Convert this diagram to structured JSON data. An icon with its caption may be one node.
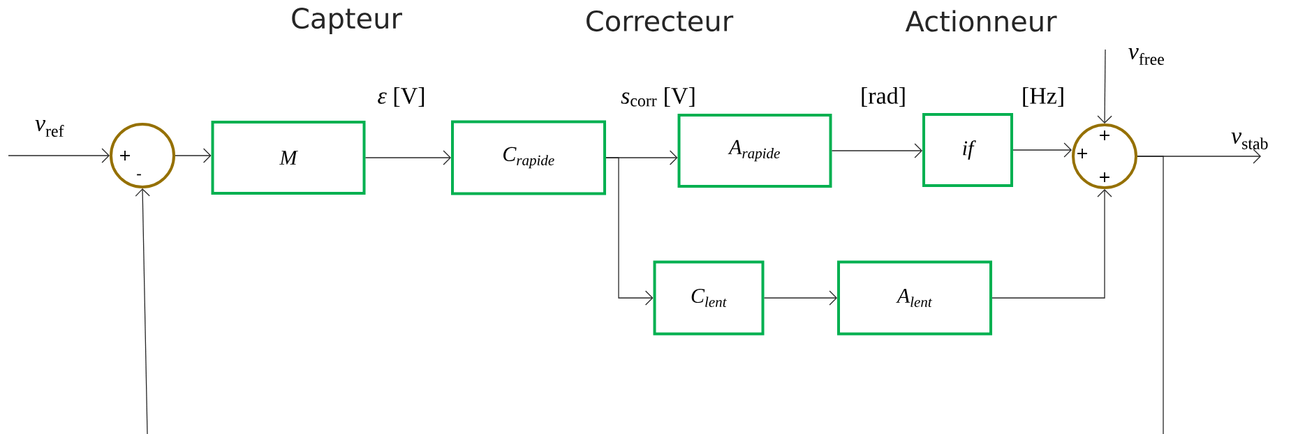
{
  "diagram": {
    "nodes": [
      {
        "text": [
          "+",
          "-"
        ]
      },
      {
        "text": [
          "M"
        ]
      },
      {
        "text": [
          "C$_{rapide}$"
        ]
      },
      {
        "text": [
          "A$_{rapide}$"
        ]
      },
      {
        "text": [
          "if"
        ]
      },
      {
        "text": [
          "+",
          "+",
          "+"
        ]
      },
      {
        "text": [
          "C$_{lent}$"
        ]
      },
      {
        "text": [
          "A$_{lent}$"
        ]
      }
    ],
    "edges": [
      {
        "from": null,
        "to": 0,
        "arrow": "to",
        "label": "*ν*$_{ref}$"
      },
      {
        "from": 0,
        "to": 1,
        "arrow": "to"
      },
      {
        "from": 1,
        "to": 2,
        "arrow": "to",
        "label": "*ε* [V]"
      },
      {
        "from": 2,
        "to": 3,
        "arrow": "to",
        "label": "*s*$_{corr}$ [V]"
      },
      {
        "from": 2,
        "to": 6,
        "arrow": "to"
      },
      {
        "from": 3,
        "to": 4,
        "arrow": "to",
        "label": "[rad]"
      },
      {
        "from": 4,
        "to": 5,
        "arrow": "to",
        "label": "[Hz]"
      },
      {
        "from": 6,
        "to": 7,
        "arrow": "to"
      },
      {
        "from": 7,
        "to": 5,
        "arrow": "to"
      },
      {
        "from": null,
        "to": 5,
        "arrow": "to",
        "label": "*ν*$_{free}$"
      },
      {
        "from": 5,
        "to": null,
        "arrow": "to",
        "label": "*ν*$_{stab}$"
      },
      {
        "from": 5,
        "to": null,
        "arrow": "none"
      },
      {
        "from": null,
        "to": 0,
        "arrow": "to"
      }
    ],
    "labels": [
      "Capteur",
      "Correcteur",
      "Actionneur"
    ]
  }
}
